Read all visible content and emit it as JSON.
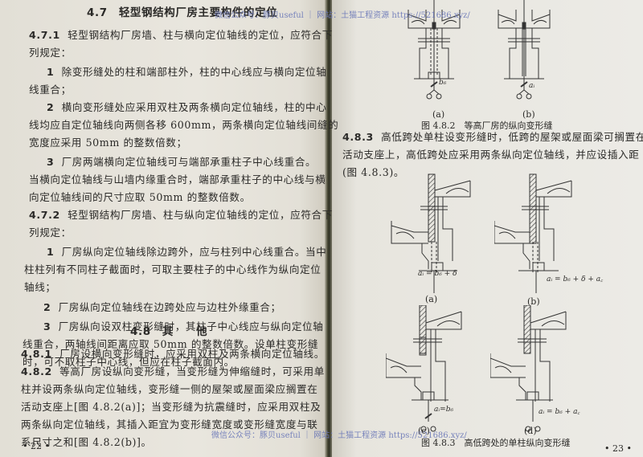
{
  "left_page": {
    "section_title": "4.7　轻型钢结构厂房主要构件的定位",
    "lines": [
      {
        "num": "4.7.1",
        "text": "轻型钢结构厂房墙、柱与横向定位轴线的定位，应符合下"
      },
      {
        "text": "列规定："
      },
      {
        "num": "1",
        "text": "除变形缝处的柱和端部柱外，柱的中心线应与横向定位轴"
      },
      {
        "text": "线重合；"
      },
      {
        "num": "2",
        "text": "横向变形缝处应采用双柱及两条横向定位轴线，柱的中心"
      },
      {
        "text": "线均应自定位轴线向两侧各移 600mm，两条横向定位轴线间缝的"
      },
      {
        "text": "宽度应采用 50mm 的整数倍数；"
      },
      {
        "num": "3",
        "text": "厂房两端横向定位轴线可与端部承重柱子中心线重合。"
      },
      {
        "text": "当横向定位轴线与山墙内缘重合时，端部承重柱子的中心线与横"
      },
      {
        "text": "向定位轴线间的尺寸应取 50mm 的整数倍数。"
      },
      {
        "num": "4.7.2",
        "text": "轻型钢结构厂房墙、柱与纵向定位轴线的定位，应符合下"
      },
      {
        "text": "列规定："
      },
      {
        "num": "1",
        "text": "厂房纵向定位轴线除边跨外，应与柱列中心线重合。当中"
      },
      {
        "text": "柱柱列有不同柱子截面时，可取主要柱子的中心线作为纵向定位"
      },
      {
        "text": "轴线；"
      },
      {
        "num": "2",
        "text": "厂房纵向定位轴线在边跨处应与边柱外缘重合；"
      },
      {
        "num": "3",
        "text": "厂房纵向设双柱变形缝时，其柱子中心线应与纵向定位轴"
      },
      {
        "text": "线重合，两轴线间距离应取 50mm 的整数倍数。设单柱变形缝"
      },
      {
        "text": "时，可不取柱子中心线，但应在柱子截面内。"
      }
    ],
    "section2_title": "4.8　其　　他",
    "lines2": [
      {
        "num": "4.8.1",
        "text": "厂房设横向变形缝时，应采用双柱及两条横向定位轴线。"
      },
      {
        "num": "4.8.2",
        "text": "等高厂房设纵向变形缝，当变形缝为伸缩缝时，可采用单"
      },
      {
        "text": "柱并设两条纵向定位轴线，变形缝一侧的屋架或屋面梁应搁置在"
      },
      {
        "text": "活动支座上[图 4.8.2(a)]；当变形缝为抗震缝时，应采用双柱及"
      },
      {
        "text": "两条纵向定位轴线，其插入距宜为变形缝宽度或变形缝宽度与联"
      },
      {
        "text": "系尺寸之和[图 4.8.2(b)]。"
      }
    ],
    "page_number": "• 22 •"
  },
  "right_page": {
    "fig482": {
      "label_a": "(a)",
      "label_b": "(b)",
      "sym_a": "b₆",
      "sym_b": "aᵢ",
      "caption": "图 4.8.2　等高厂房的纵向变形缝"
    },
    "lines": [
      {
        "num": "4.8.3",
        "text": "高低跨处单柱设变形缝时，低跨的屋架或屋面梁可搁置在"
      },
      {
        "text": "活动支座上，高低跨处应采用两条纵向定位轴线，并应设插入距"
      },
      {
        "text": "(图 4.8.3)。"
      }
    ],
    "fig483": {
      "label_a": "(a)",
      "label_b": "(b)",
      "label_c": "(c)",
      "label_d": "(d)",
      "formula_a": "aᵢ = b₆ + δ",
      "formula_b": "aᵢ = b₆ + δ + a꜀",
      "formula_c": "aᵢ=b₆",
      "formula_d": "aᵢ = b₆ + a꜀",
      "caption": "图 4.8.3　高低跨处的单柱纵向变形缝"
    },
    "page_number": "• 23 •"
  },
  "watermark": {
    "top": "微信公众号：豚贝useful ｜ 网站：土猫工程资源 https://521686.xyz/",
    "bottom": "微信公众号：豚贝useful ｜ 网站：土猫工程资源 https://521686.xyz/"
  }
}
